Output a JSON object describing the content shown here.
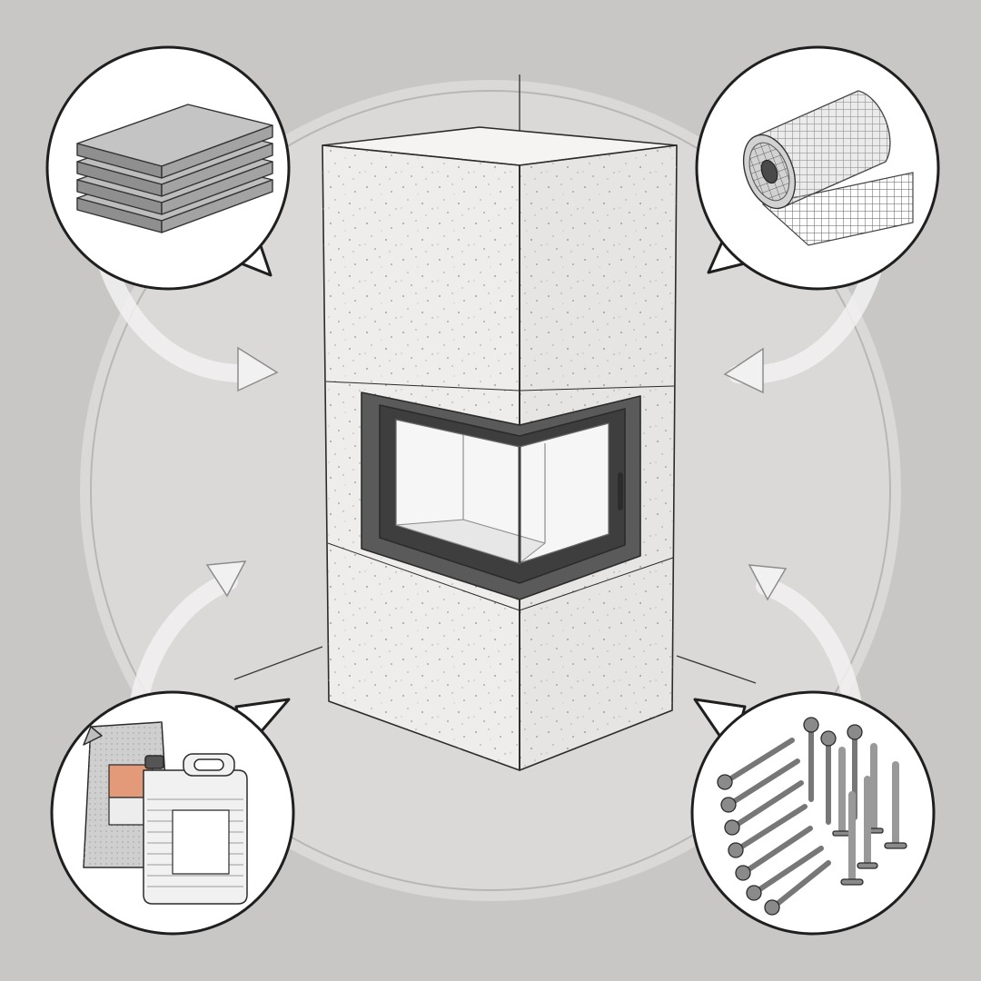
{
  "colors": {
    "background": "#c9c6c6",
    "halo": "#dbd8d8",
    "stone": "#eeedec",
    "stone_side": "#e6e5e4",
    "frame_dark": "#555555",
    "glass": "#f4f4f4",
    "accent_label": "#e39a78",
    "outline": "#2b2b2b"
  },
  "main": {
    "product": "corner-fireplace-stone-cladding-kit",
    "parts": [
      {
        "id": "top-left",
        "depicts": "stacked-insulation-boards",
        "icon": "board-stack-icon"
      },
      {
        "id": "top-right",
        "depicts": "fiberglass-reinforcement-mesh-roll",
        "icon": "mesh-roll-icon"
      },
      {
        "id": "bottom-left",
        "depicts": "adhesive-bag-and-primer-canister",
        "icon": "adhesive-canister-icon"
      },
      {
        "id": "bottom-right",
        "depicts": "screws-and-anchors",
        "icon": "screws-icon"
      }
    ]
  }
}
